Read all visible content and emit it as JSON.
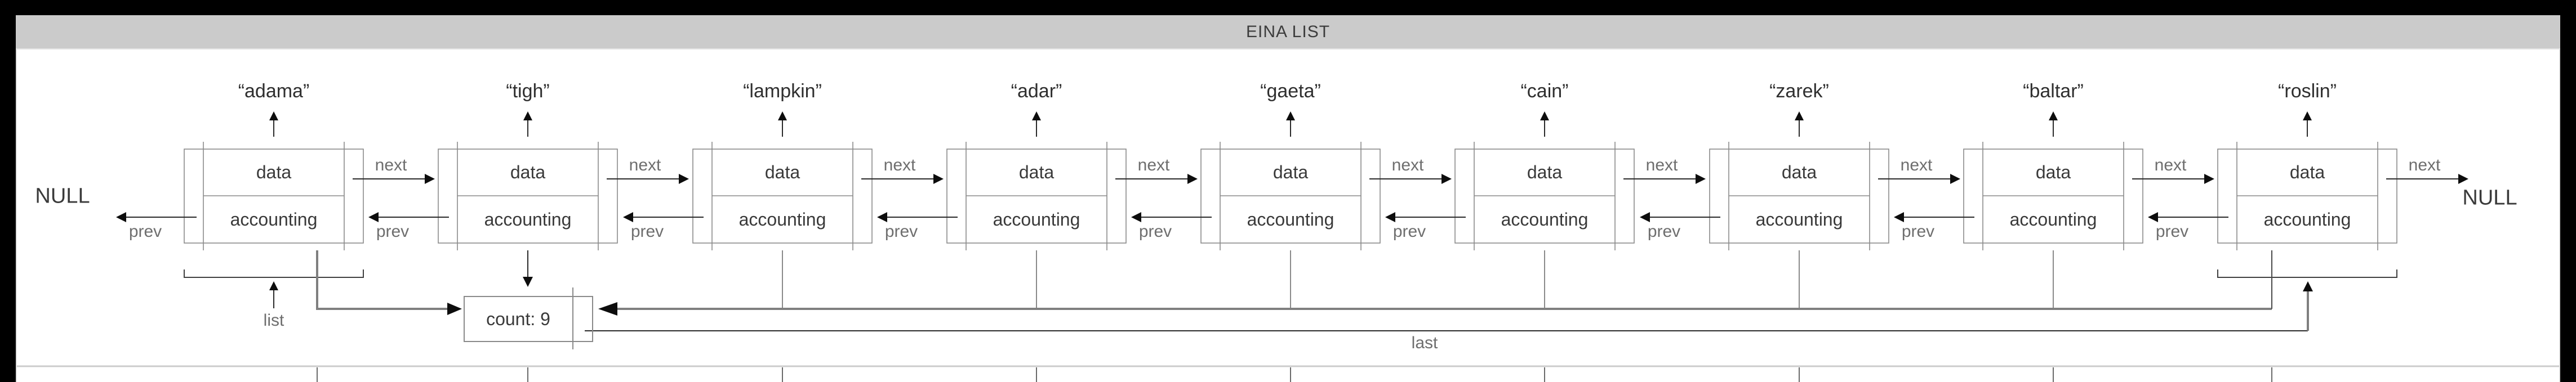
{
  "window": {
    "title": "EINA LIST"
  },
  "diagram": {
    "null_left": "NULL",
    "null_right": "NULL",
    "list_pointer_label": "list",
    "last_pointer_label": "last",
    "count_text": "count: 9",
    "node_cells": {
      "data": "data",
      "accounting": "accounting"
    },
    "pointer_labels": {
      "next": "next",
      "prev": "prev"
    },
    "nodes": [
      {
        "display": "“adama”"
      },
      {
        "display": "“tigh”"
      },
      {
        "display": "“lampkin”"
      },
      {
        "display": "“adar”"
      },
      {
        "display": "“gaeta”"
      },
      {
        "display": "“cain”"
      },
      {
        "display": "“zarek”"
      },
      {
        "display": "“baltar”"
      },
      {
        "display": "“roslin”"
      }
    ]
  },
  "colors": {
    "frame": "#000000",
    "titlebar": "#cbcbcb",
    "canvas": "#ffffff",
    "box_border": "#8a8a8a",
    "text_dark": "#3a3a3a",
    "text_gray": "#6e6e6e",
    "arrow_line": "#2a2a2a",
    "arrow_head": "#0d0d0d",
    "bus": "#7f7f7f",
    "drop_line": "#8a8a8a",
    "bracket": "#3f3f3f",
    "separator": "#cccccc"
  }
}
